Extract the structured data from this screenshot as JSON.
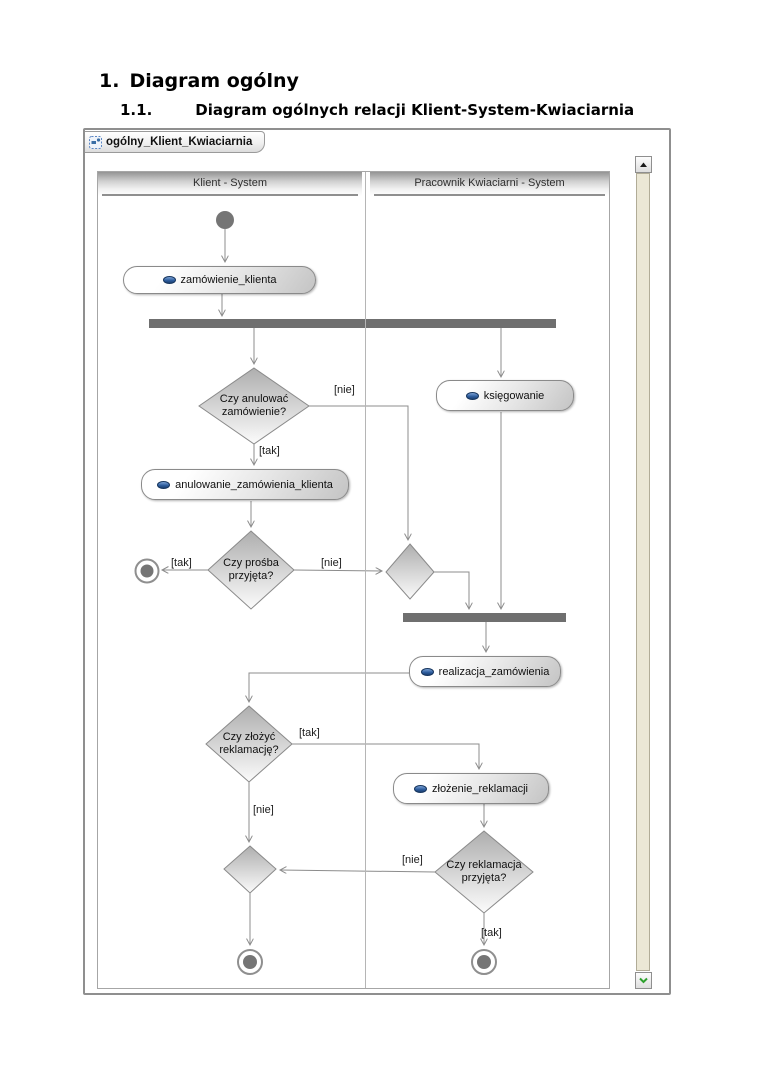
{
  "document": {
    "heading1_number": "1.",
    "heading1_text": "Diagram ogólny",
    "heading2_number": "1.1.",
    "heading2_text": "Diagram ogólnych relacji Klient-System-Kwiaciarnia"
  },
  "panel": {
    "tab_label": "ogólny_Klient_Kwiaciarnia",
    "tab_icon": "activity-diagram-icon",
    "scrollbar": {
      "up_icon": "scroll-up-arrow-icon",
      "down_icon": "scroll-down-chevron-icon",
      "down_icon_color": "#2ea12e",
      "thumb_color": "#ebe7d5"
    }
  },
  "diagram": {
    "lane_titles": [
      "Klient - System",
      "Pracownik Kwiaciarni - System"
    ],
    "activities": {
      "zamowienie_klienta": "zamówienie_klienta",
      "ksiegowanie": "księgowanie",
      "anulowanie_zamowienia_klienta": "anulowanie_zamówienia_klienta",
      "realizacja_zamowienia": "realizacja_zamówienia",
      "zlozenie_reklamacji": "złożenie_reklamacji"
    },
    "decisions": {
      "czy_anulowac": "Czy anulować zamówienie?",
      "czy_prosba": "Czy prośba przyjęta?",
      "czy_zlozyc": "Czy złożyć reklamację?",
      "czy_reklamacja": "Czy reklamacja przyjęta?"
    },
    "guards": {
      "tak": "[tak]",
      "nie": "[nie]"
    },
    "colors": {
      "activity_icon_blue": "#2a5a9b",
      "fork_join_bar": "#6f6f6f",
      "edge": "#8c8c8c",
      "node_dark_fill": "#757575"
    }
  }
}
